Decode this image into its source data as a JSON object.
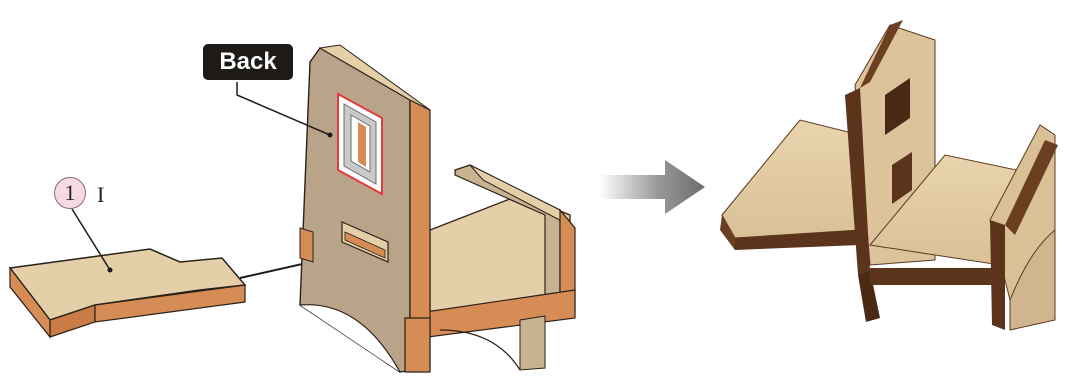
{
  "callouts": {
    "side_label": "Back",
    "part_number": "1",
    "part_count": "I"
  },
  "colors": {
    "wood_face": "#e4cfa8",
    "wood_edge": "#d58c55",
    "wood_panel": "#b9a48a",
    "highlight_frame": "#e23b3b",
    "arrow_gray": "#8e8c8b",
    "label_bg": "#1d1a17",
    "part_circle_fill": "#f7d9e6"
  },
  "icons": {
    "transition": "right-arrow-icon"
  }
}
